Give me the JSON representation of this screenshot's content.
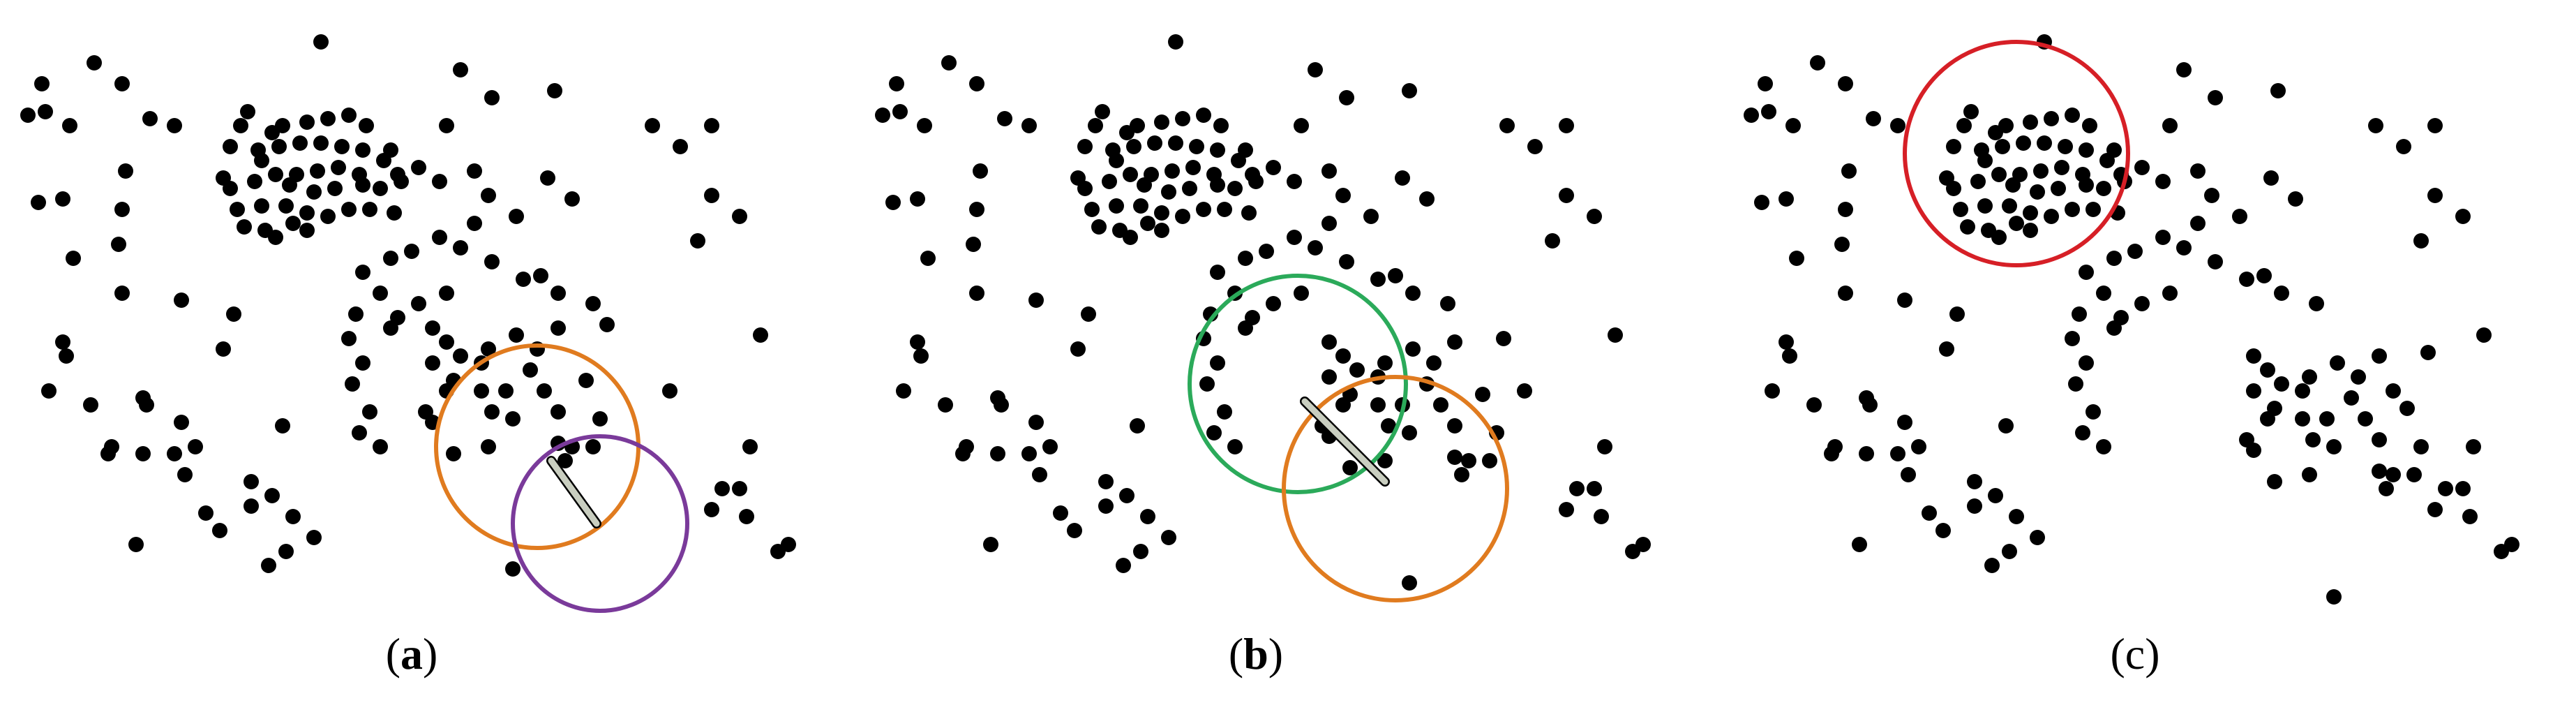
{
  "panels": [
    {
      "id": "a",
      "label": "(a)",
      "circles": [
        {
          "name": "orange-circle",
          "color": "#E07B1F"
        },
        {
          "name": "purple-circle",
          "color": "#7A3A9A"
        }
      ]
    },
    {
      "id": "b",
      "label": "(b)",
      "circles": [
        {
          "name": "green-circle",
          "color": "#2BAA5A"
        },
        {
          "name": "orange-circle",
          "color": "#E07B1F"
        }
      ]
    },
    {
      "id": "c",
      "label": "(c)",
      "circles": [
        {
          "name": "red-circle",
          "color": "#D61F26"
        }
      ]
    }
  ],
  "colors": {
    "point": "#000000",
    "arrow": "#C9CEC0"
  }
}
